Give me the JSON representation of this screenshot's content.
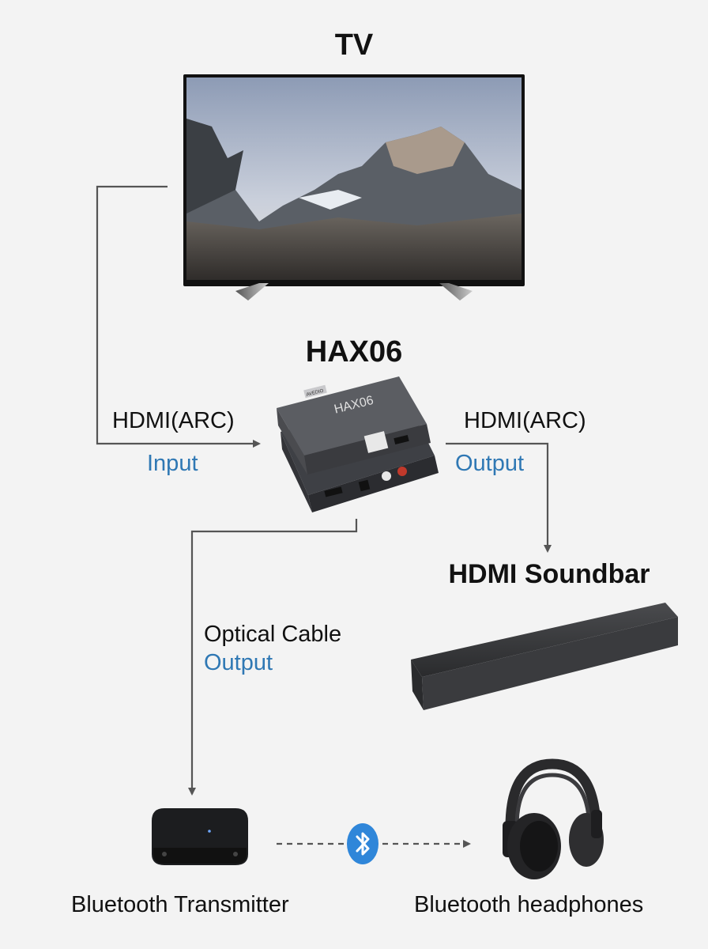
{
  "tv": {
    "label": "TV"
  },
  "converter": {
    "label": "HAX06",
    "brand_badge": "AVEDIO",
    "body_text": "HAX06"
  },
  "input_link": {
    "line1": "HDMI(ARC)",
    "line2": "Input"
  },
  "output_link": {
    "line1": "HDMI(ARC)",
    "line2": "Output"
  },
  "soundbar": {
    "label": "HDMI Soundbar"
  },
  "optical_link": {
    "line1": "Optical Cable",
    "line2": "Output"
  },
  "transmitter": {
    "label": "Bluetooth Transmitter"
  },
  "headphones": {
    "label": "Bluetooth headphones"
  },
  "colors": {
    "label_blue": "#2f78b4",
    "line": "#555555",
    "bluetooth": "#2f86d9"
  }
}
